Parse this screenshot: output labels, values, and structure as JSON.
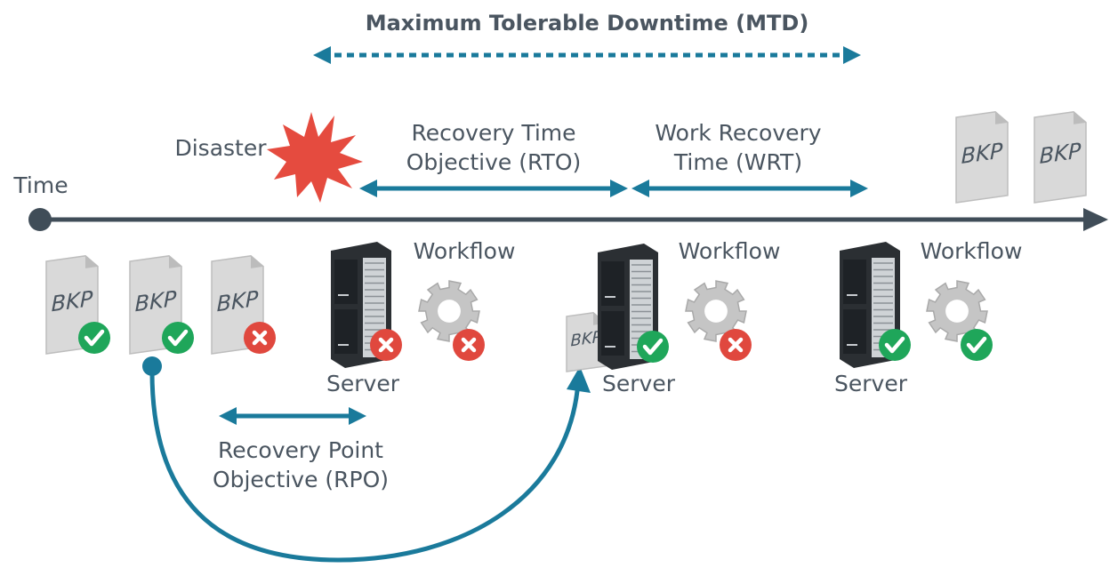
{
  "diagram": {
    "mtd_label": "Maximum Tolerable Downtime (MTD)",
    "time_label": "Time",
    "disaster_label": "Disaster",
    "rto_label": {
      "line1": "Recovery Time",
      "line2": "Objective (RTO)"
    },
    "wrt_label": {
      "line1": "Work Recovery",
      "line2": "Time (WRT)"
    },
    "rpo_label": {
      "line1": "Recovery Point",
      "line2": "Objective (RPO)"
    },
    "backups": [
      {
        "text": "BKP",
        "status": "ok"
      },
      {
        "text": "BKP",
        "status": "ok"
      },
      {
        "text": "BKP",
        "status": "fail"
      },
      {
        "text": "BKP"
      },
      {
        "text": "BKP"
      },
      {
        "text": "BKP"
      }
    ],
    "stages": [
      {
        "server_label": "Server",
        "workflow_label": "Workflow",
        "server_status": "fail",
        "workflow_status": "fail"
      },
      {
        "server_label": "Server",
        "workflow_label": "Workflow",
        "server_status": "ok",
        "workflow_status": "fail"
      },
      {
        "server_label": "Server",
        "workflow_label": "Workflow",
        "server_status": "ok",
        "workflow_status": "ok"
      }
    ]
  },
  "colors": {
    "arrow": "#1a7a9b",
    "timeline": "#404d58",
    "text": "#4a5560",
    "ok": "#1fa65a",
    "fail": "#e0483e",
    "doc": "#d9d9d9",
    "gear": "#c5c5c5",
    "server": "#2b2f33",
    "disaster": "#e54b3f"
  },
  "icons": [
    "backup-document-icon",
    "check-badge-icon",
    "cross-badge-icon",
    "server-rack-icon",
    "gear-icon",
    "explosion-icon"
  ]
}
